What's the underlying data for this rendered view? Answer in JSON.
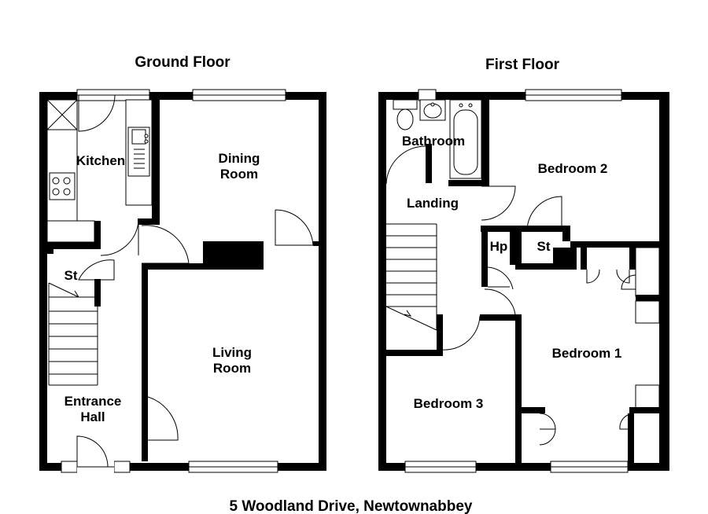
{
  "headings": {
    "ground_floor": "Ground Floor",
    "first_floor": "First Floor"
  },
  "rooms": {
    "kitchen": "Kitchen",
    "dining_1": "Dining",
    "dining_2": "Room",
    "living_1": "Living",
    "living_2": "Room",
    "store_ground": "St",
    "hall_1": "Entrance",
    "hall_2": "Hall",
    "bathroom": "Bathroom",
    "landing": "Landing",
    "bedroom2": "Bedroom 2",
    "hotpress": "Hp",
    "store_first": "St",
    "bedroom1": "Bedroom 1",
    "bedroom3": "Bedroom 3"
  },
  "address": "5 Woodland Drive, Newtownabbey",
  "colors": {
    "walls": "#000000",
    "background": "#ffffff"
  }
}
